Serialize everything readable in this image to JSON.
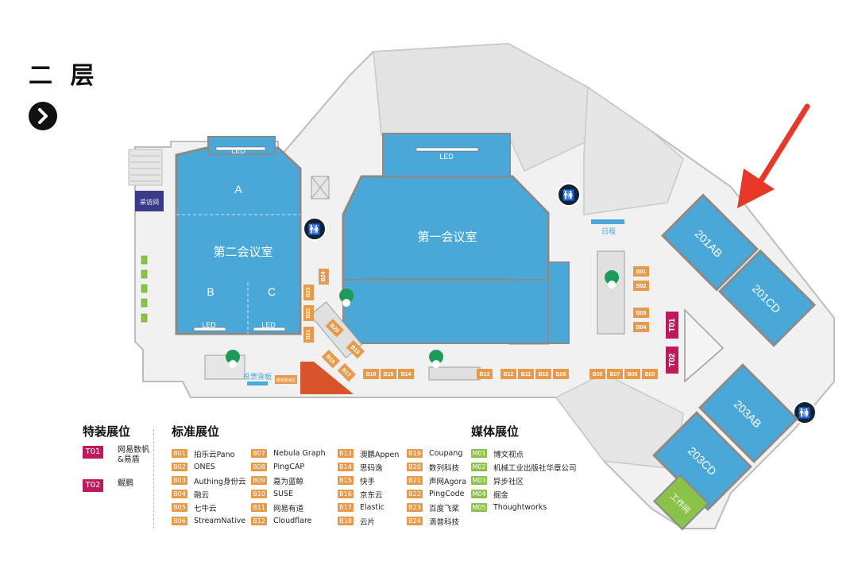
{
  "floor_title": "二 层",
  "rooms": {
    "second_hall": "第二会议室",
    "first_hall": "第一会议室",
    "section_a": "A",
    "section_b": "B",
    "section_c": "C",
    "led": "LED",
    "interview_room": "采访间",
    "schedule": "日程",
    "vote_board": "投票背板",
    "small_booth": "媒体报道区",
    "r201ab": "201AB",
    "r201cd": "201CD",
    "r203ab": "203AB",
    "r203cd": "203CD",
    "work_room": "工作间"
  },
  "booth_codes": [
    "B01",
    "B02",
    "B03",
    "B04",
    "B08",
    "B07",
    "B06",
    "B05",
    "B16",
    "B15",
    "B14",
    "B13",
    "B12",
    "B11",
    "B10",
    "B09",
    "B24",
    "B23",
    "B22",
    "B21",
    "B20",
    "B19",
    "B18",
    "B17"
  ],
  "special_codes": [
    "T01",
    "T02"
  ],
  "legend": {
    "special": {
      "title": "特装展位",
      "items": [
        {
          "code": "T01",
          "name": "网易数帆\n&易盾"
        },
        {
          "code": "T02",
          "name": "鲲鹏"
        }
      ]
    },
    "standard": {
      "title": "标准展位",
      "columns": [
        [
          {
            "code": "B01",
            "name": "拍乐云Pano"
          },
          {
            "code": "B02",
            "name": "ONES"
          },
          {
            "code": "B03",
            "name": "Authing身份云"
          },
          {
            "code": "B04",
            "name": "融云"
          },
          {
            "code": "B05",
            "name": "七牛云"
          },
          {
            "code": "B06",
            "name": "StreamNative"
          }
        ],
        [
          {
            "code": "B07",
            "name": "Nebula Graph"
          },
          {
            "code": "B08",
            "name": "PingCAP"
          },
          {
            "code": "B09",
            "name": "嘉为蓝鲸"
          },
          {
            "code": "B10",
            "name": "SUSE"
          },
          {
            "code": "B11",
            "name": "网易有道"
          },
          {
            "code": "B12",
            "name": "Cloudflare"
          }
        ],
        [
          {
            "code": "B13",
            "name": "澳鹏Appen"
          },
          {
            "code": "B14",
            "name": "思码逸"
          },
          {
            "code": "B15",
            "name": "快手"
          },
          {
            "code": "B16",
            "name": "京东云"
          },
          {
            "code": "B17",
            "name": "Elastic"
          },
          {
            "code": "B18",
            "name": "云片"
          }
        ],
        [
          {
            "code": "B19",
            "name": "Coupang"
          },
          {
            "code": "B20",
            "name": "数列科技"
          },
          {
            "code": "B21",
            "name": "声网Agora"
          },
          {
            "code": "B22",
            "name": "PingCode"
          },
          {
            "code": "B23",
            "name": "百度飞桨"
          },
          {
            "code": "B24",
            "name": "滴普科技"
          }
        ]
      ]
    },
    "media": {
      "title": "媒体展位",
      "items": [
        {
          "code": "M01",
          "name": "博文视点"
        },
        {
          "code": "M02",
          "name": "机械工业出版社华章公司"
        },
        {
          "code": "M03",
          "name": "异步社区"
        },
        {
          "code": "M04",
          "name": "掘金"
        },
        {
          "code": "M05",
          "name": "Thoughtworks"
        }
      ]
    }
  },
  "colors": {
    "hall": "#4aa8d8",
    "wall": "#d9d9d9",
    "booth": "#e59a4c",
    "special": "#c0185c",
    "media": "#8bc34a",
    "arrow": "#e8382a",
    "stage": "#d9532c"
  }
}
